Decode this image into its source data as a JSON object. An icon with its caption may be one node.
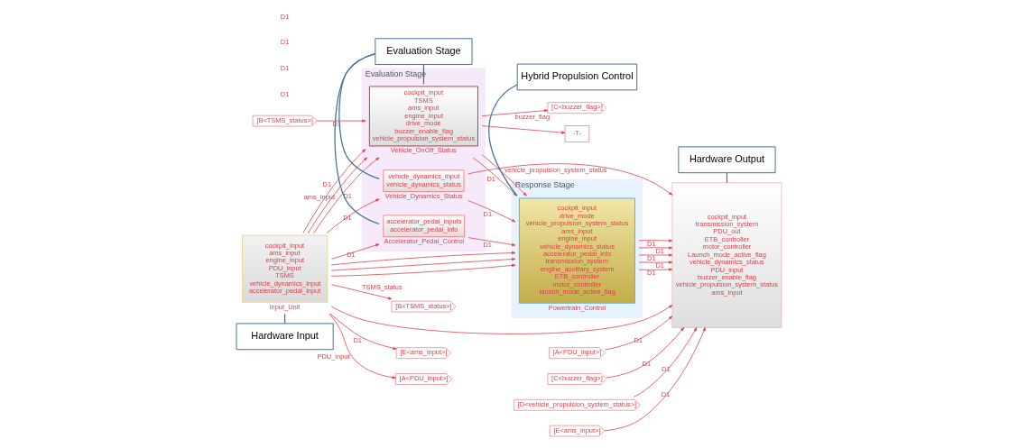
{
  "diagram": {
    "nodes": [
      {
        "text": [
          "cockpit_input",
          "ams_input",
          "engine_input",
          "PDU_input",
          "TSMS",
          "vehicle_dynamics_input",
          "accelerator_pedal_input"
        ],
        "beside": [
          "Input_Unit"
        ]
      },
      {
        "text": [
          "Evaluation Stage"
        ]
      },
      {
        "text": [
          "cockpit_input",
          "TSMS",
          "ams_input",
          "engine_input",
          "drive_mode",
          "buzzer_enable_flag",
          "vehicle_propulsion_system_status"
        ],
        "beside": [
          "Vehicle_OnOff_Status"
        ],
        "in": 1
      },
      {
        "text": [
          "vehicle_dynamics_input",
          "vehicle_dynamics_status"
        ],
        "beside": [
          "Vehicle_Dynamics_Status"
        ],
        "in": 1
      },
      {
        "text": [
          "accelerator_pedal_inputs",
          "accelerator_pedal_info"
        ],
        "beside": [
          "Accelerator_Pedal_Control"
        ],
        "in": 1
      },
      {
        "text": [
          "Response Stage"
        ]
      },
      {
        "text": [
          "cockpit_input",
          "drive_mode",
          "vehicle_propulsion_system_status",
          "ams_input",
          "engine_input",
          "vehicle_dynamics_status",
          "accelerator_pedal_info",
          "transmission_system",
          "engine_auxiliary_system",
          "ETB_controller",
          "motor_controller",
          "launch_mode_active_flag"
        ],
        "beside": [
          "Powertrain_Control"
        ],
        "in": 5
      },
      {
        "text": [
          "cockpit_input",
          "transmission_system",
          "PDU_out",
          "ETB_controller",
          "motor_controller",
          "Launch_mode_active_flag",
          "vehicle_dynamics_status",
          "PDU_input",
          "buzzer_enable_flag",
          "vehicle_propulsion_system_status",
          "ams_input"
        ]
      },
      {
        "text": [
          "[E<ams_input>]"
        ]
      },
      {
        "text": [
          "[B<TSMS_status>]"
        ]
      },
      {
        "text": [
          "[C<buzzer_flag>]"
        ]
      },
      {
        "text": [
          "[A<PDU_input>]"
        ]
      },
      {
        "text": [
          "[B<TSMS_status>]"
        ]
      },
      {
        "text": [
          "-T-"
        ]
      },
      {
        "text": [
          "[A<PDU_input>]"
        ]
      },
      {
        "text": [
          "[C<buzzer_flag>]"
        ]
      },
      {
        "text": [
          "[D<vehicle_propulsion_system_status>]"
        ]
      },
      {
        "text": [
          "[E<ams_input>]"
        ]
      },
      {
        "text": [
          "Hardware Input"
        ]
      },
      {
        "text": [
          "Evaluation Stage"
        ]
      },
      {
        "text": [
          "Hybrid Propulsion Control"
        ]
      },
      {
        "text": [
          "Hardware Output"
        ]
      }
    ],
    "edges": [
      {
        "from": 0,
        "to": 2,
        "arrow": "to",
        "label": "D1"
      },
      {
        "from": 0,
        "to": 6,
        "arrow": "to"
      },
      {
        "from": 0,
        "to": 7,
        "arrow": "to"
      },
      {
        "from": 0,
        "to": 8,
        "arrow": "to",
        "label": "D1"
      },
      {
        "from": 0,
        "to": 2,
        "arrow": "to",
        "label": "ams_input"
      },
      {
        "from": 0,
        "to": 6,
        "arrow": "to"
      },
      {
        "from": 0,
        "to": 2,
        "arrow": "to",
        "label": "D1"
      },
      {
        "from": 0,
        "to": 6,
        "arrow": "to"
      },
      {
        "from": 0,
        "to": 11,
        "arrow": "to",
        "label": "PDU_input"
      },
      {
        "from": 0,
        "to": 12,
        "arrow": "to",
        "label": "TSMS_status"
      },
      {
        "from": 0,
        "to": 3,
        "arrow": "to",
        "label": "D1"
      },
      {
        "from": 0,
        "to": 4,
        "arrow": "to",
        "label": "D1"
      },
      {
        "from": 9,
        "to": 2,
        "arrow": "to",
        "label": "D1"
      },
      {
        "from": 2,
        "to": 6,
        "arrow": "to",
        "label": "D1"
      },
      {
        "from": 2,
        "to": 10,
        "arrow": "to",
        "label": "buzzer_flag"
      },
      {
        "from": 2,
        "to": 6,
        "arrow": "to",
        "label": "vehicle_propulsion_system_status"
      },
      {
        "from": 2,
        "to": 13,
        "arrow": "to"
      },
      {
        "from": 3,
        "to": 6,
        "arrow": "to",
        "label": "D1"
      },
      {
        "from": 3,
        "to": 7,
        "arrow": "to"
      },
      {
        "from": 4,
        "to": 6,
        "arrow": "to",
        "label": "D1"
      },
      {
        "from": 6,
        "to": 7,
        "arrow": "to",
        "label": "D1"
      },
      {
        "from": 6,
        "to": 7,
        "arrow": "to",
        "label": "D1"
      },
      {
        "from": 6,
        "to": 7,
        "arrow": "to",
        "label": "D1"
      },
      {
        "from": 6,
        "to": 7,
        "arrow": "to",
        "label": "D1"
      },
      {
        "from": 6,
        "to": 7,
        "arrow": "to",
        "label": "D1"
      },
      {
        "from": 14,
        "to": 7,
        "arrow": "to",
        "label": "D1"
      },
      {
        "from": 15,
        "to": 7,
        "arrow": "to",
        "label": "D1"
      },
      {
        "from": 16,
        "to": 7,
        "arrow": "to",
        "label": "D1"
      },
      {
        "from": 17,
        "to": 7,
        "arrow": "to",
        "label": "D1"
      },
      {
        "from": 18,
        "to": 0,
        "arrow": "none",
        "color": "#41719c"
      },
      {
        "from": 19,
        "to": 2,
        "arrow": "none",
        "color": "#41719c"
      },
      {
        "from": 19,
        "to": 3,
        "arrow": "none",
        "color": "#41719c"
      },
      {
        "from": 19,
        "to": 4,
        "arrow": "none",
        "color": "#41719c"
      },
      {
        "from": 20,
        "to": 6,
        "arrow": "none",
        "color": "#41719c"
      },
      {
        "from": 21,
        "to": 7,
        "arrow": "none",
        "color": "#41719c"
      }
    ],
    "labels": [
      "D1",
      "D1",
      "D1",
      "D1"
    ]
  }
}
